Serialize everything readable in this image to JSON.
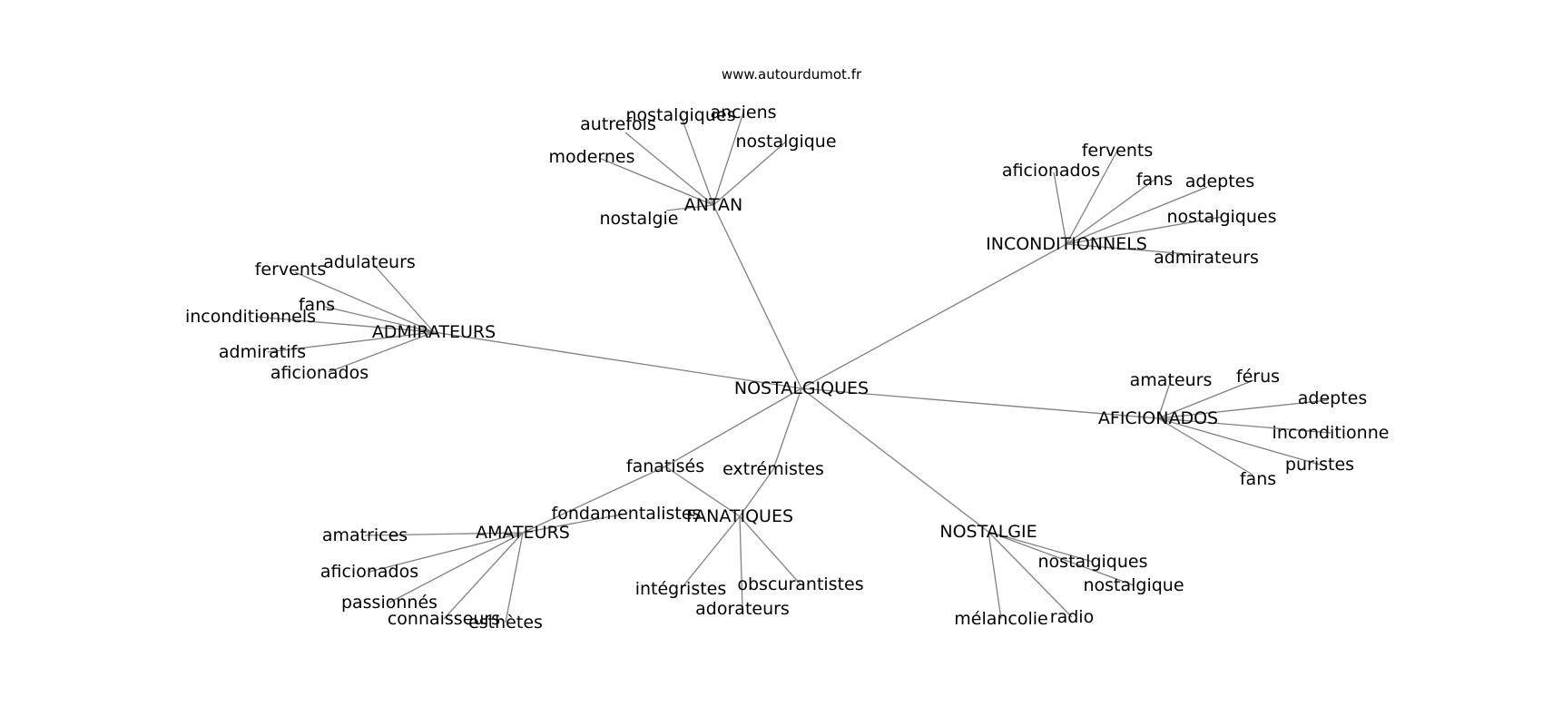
{
  "watermark": "www.autourdumot.fr",
  "colors": {
    "edge": "#808080",
    "text": "#000000",
    "background": "#ffffff"
  },
  "graph": {
    "root": "NOSTALGIQUES",
    "nodes": [
      {
        "id": "nostalgiques",
        "label": "NOSTALGIQUES"
      },
      {
        "id": "antan",
        "label": "ANTAN"
      },
      {
        "id": "inconditionnels",
        "label": "INCONDITIONNELS"
      },
      {
        "id": "admirateurs",
        "label": "ADMIRATEURS"
      },
      {
        "id": "aficionados",
        "label": "AFICIONADOS"
      },
      {
        "id": "fanatises",
        "label": "fanatisés"
      },
      {
        "id": "extremistes",
        "label": "extrémistes"
      },
      {
        "id": "amateurs",
        "label": "AMATEURS"
      },
      {
        "id": "fanatiques",
        "label": "FANATIQUES"
      },
      {
        "id": "nostalgie",
        "label": "NOSTALGIE"
      },
      {
        "id": "antan-autrefois",
        "label": "autrefois"
      },
      {
        "id": "antan-nostalgiques",
        "label": "nostalgiques"
      },
      {
        "id": "antan-anciens",
        "label": "anciens"
      },
      {
        "id": "antan-nostalgique",
        "label": "nostalgique"
      },
      {
        "id": "antan-modernes",
        "label": "modernes"
      },
      {
        "id": "antan-nostalgie",
        "label": "nostalgie"
      },
      {
        "id": "incond-fervents",
        "label": "fervents"
      },
      {
        "id": "incond-aficionados",
        "label": "aficionados"
      },
      {
        "id": "incond-fans",
        "label": "fans"
      },
      {
        "id": "incond-adeptes",
        "label": "adeptes"
      },
      {
        "id": "incond-nostalgiques",
        "label": "nostalgiques"
      },
      {
        "id": "incond-admirateurs",
        "label": "admirateurs"
      },
      {
        "id": "admir-fervents",
        "label": "fervents"
      },
      {
        "id": "admir-adulateurs",
        "label": "adulateurs"
      },
      {
        "id": "admir-fans",
        "label": "fans"
      },
      {
        "id": "admir-inconditionnels",
        "label": "inconditionnels"
      },
      {
        "id": "admir-admiratifs",
        "label": "admiratifs"
      },
      {
        "id": "admir-aficionados",
        "label": "aficionados"
      },
      {
        "id": "afic-amateurs",
        "label": "amateurs"
      },
      {
        "id": "afic-ferus",
        "label": "férus"
      },
      {
        "id": "afic-adeptes",
        "label": "adeptes"
      },
      {
        "id": "afic-inconditionne",
        "label": "inconditionne"
      },
      {
        "id": "afic-puristes",
        "label": "puristes"
      },
      {
        "id": "afic-fans",
        "label": "fans"
      },
      {
        "id": "amat-amatrices",
        "label": "amatrices"
      },
      {
        "id": "amat-aficionados",
        "label": "aficionados"
      },
      {
        "id": "amat-passionnes",
        "label": "passionnés"
      },
      {
        "id": "amat-connaisseurs",
        "label": "connaisseurs"
      },
      {
        "id": "amat-esthetes",
        "label": "esthètes"
      },
      {
        "id": "amat-fondamentalistes",
        "label": "fondamentalistes"
      },
      {
        "id": "fana-integristes",
        "label": "intégristes"
      },
      {
        "id": "fana-obscurantistes",
        "label": "obscurantistes"
      },
      {
        "id": "fana-adorateurs",
        "label": "adorateurs"
      },
      {
        "id": "nost-nostalgiques",
        "label": "nostalgiques"
      },
      {
        "id": "nost-nostalgique",
        "label": "nostalgique"
      },
      {
        "id": "nost-melancolie",
        "label": "mélancolie"
      },
      {
        "id": "nost-radio",
        "label": "radio"
      }
    ],
    "edges": [
      [
        "nostalgiques",
        "antan"
      ],
      [
        "nostalgiques",
        "inconditionnels"
      ],
      [
        "nostalgiques",
        "admirateurs"
      ],
      [
        "nostalgiques",
        "aficionados"
      ],
      [
        "nostalgiques",
        "fanatises"
      ],
      [
        "nostalgiques",
        "extremistes"
      ],
      [
        "nostalgiques",
        "nostalgie"
      ],
      [
        "fanatises",
        "amateurs"
      ],
      [
        "fanatises",
        "fanatiques"
      ],
      [
        "extremistes",
        "fanatiques"
      ],
      [
        "antan",
        "antan-autrefois"
      ],
      [
        "antan",
        "antan-nostalgiques"
      ],
      [
        "antan",
        "antan-anciens"
      ],
      [
        "antan",
        "antan-nostalgique"
      ],
      [
        "antan",
        "antan-modernes"
      ],
      [
        "antan",
        "antan-nostalgie"
      ],
      [
        "inconditionnels",
        "incond-fervents"
      ],
      [
        "inconditionnels",
        "incond-aficionados"
      ],
      [
        "inconditionnels",
        "incond-fans"
      ],
      [
        "inconditionnels",
        "incond-adeptes"
      ],
      [
        "inconditionnels",
        "incond-nostalgiques"
      ],
      [
        "inconditionnels",
        "incond-admirateurs"
      ],
      [
        "admirateurs",
        "admir-fervents"
      ],
      [
        "admirateurs",
        "admir-adulateurs"
      ],
      [
        "admirateurs",
        "admir-fans"
      ],
      [
        "admirateurs",
        "admir-inconditionnels"
      ],
      [
        "admirateurs",
        "admir-admiratifs"
      ],
      [
        "admirateurs",
        "admir-aficionados"
      ],
      [
        "aficionados",
        "afic-amateurs"
      ],
      [
        "aficionados",
        "afic-ferus"
      ],
      [
        "aficionados",
        "afic-adeptes"
      ],
      [
        "aficionados",
        "afic-inconditionne"
      ],
      [
        "aficionados",
        "afic-puristes"
      ],
      [
        "aficionados",
        "afic-fans"
      ],
      [
        "amateurs",
        "amat-amatrices"
      ],
      [
        "amateurs",
        "amat-aficionados"
      ],
      [
        "amateurs",
        "amat-passionnes"
      ],
      [
        "amateurs",
        "amat-connaisseurs"
      ],
      [
        "amateurs",
        "amat-esthetes"
      ],
      [
        "amateurs",
        "amat-fondamentalistes"
      ],
      [
        "fanatiques",
        "fana-integristes"
      ],
      [
        "fanatiques",
        "fana-obscurantistes"
      ],
      [
        "fanatiques",
        "fana-adorateurs"
      ],
      [
        "nostalgie",
        "nost-nostalgiques"
      ],
      [
        "nostalgie",
        "nost-nostalgique"
      ],
      [
        "nostalgie",
        "nost-melancolie"
      ],
      [
        "nostalgie",
        "nost-radio"
      ]
    ]
  }
}
